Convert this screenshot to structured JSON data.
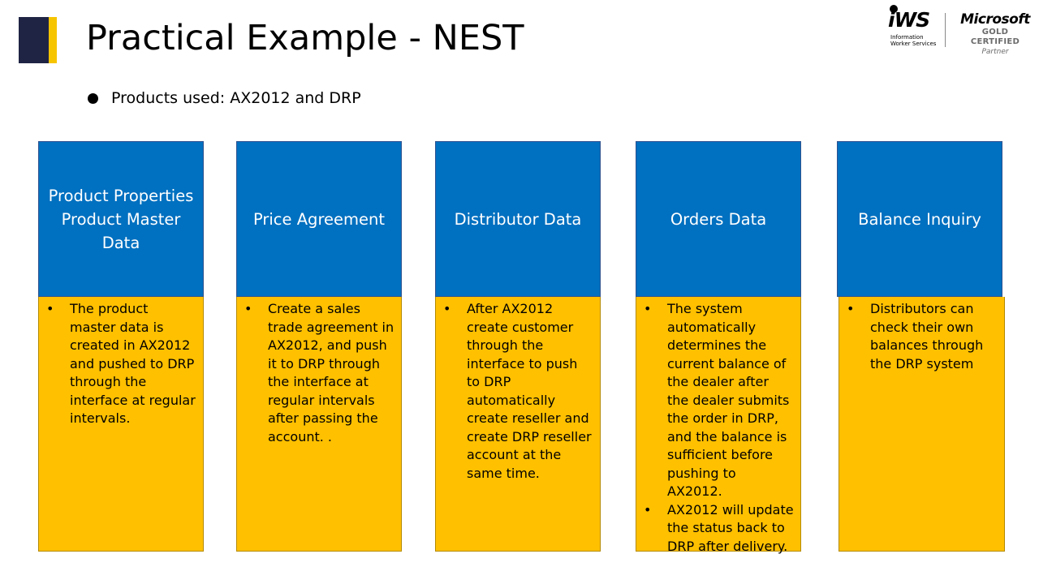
{
  "slide": {
    "title": "Practical Example - NEST",
    "bullet": "Products used: AX2012 and DRP"
  },
  "logo": {
    "iws_mark": "iWS",
    "iws_sub": "Information Worker Services",
    "ms_name": "Microsoft",
    "ms_gold": "GOLD CERTIFIED",
    "ms_partner": "Partner"
  },
  "columns": [
    {
      "header": "Product Properties Product Master Data",
      "items": [
        "The product master data is created in AX2012 and pushed to DRP through the interface at regular intervals."
      ]
    },
    {
      "header": "Price Agreement",
      "items": [
        "Create a sales trade agreement in AX2012, and push it to DRP through the interface at regular intervals after passing the account. ."
      ]
    },
    {
      "header": "Distributor Data",
      "items": [
        "After AX2012 create customer through the interface to push to DRP automatically create reseller and create DRP reseller account at the same time."
      ]
    },
    {
      "header": "Orders Data",
      "items": [
        "The system automatically determines the current balance of the dealer after the dealer submits the order in DRP, and the balance is sufficient before pushing to AX2012.",
        "AX2012 will update the status back to DRP after delivery."
      ]
    },
    {
      "header": "Balance Inquiry",
      "items": [
        "Distributors can check their own balances through the DRP system"
      ]
    }
  ],
  "colors": {
    "header_blue": "#0070c0",
    "body_gold": "#ffc000",
    "accent_navy": "#1f2444",
    "accent_yellow": "#f7c400"
  }
}
